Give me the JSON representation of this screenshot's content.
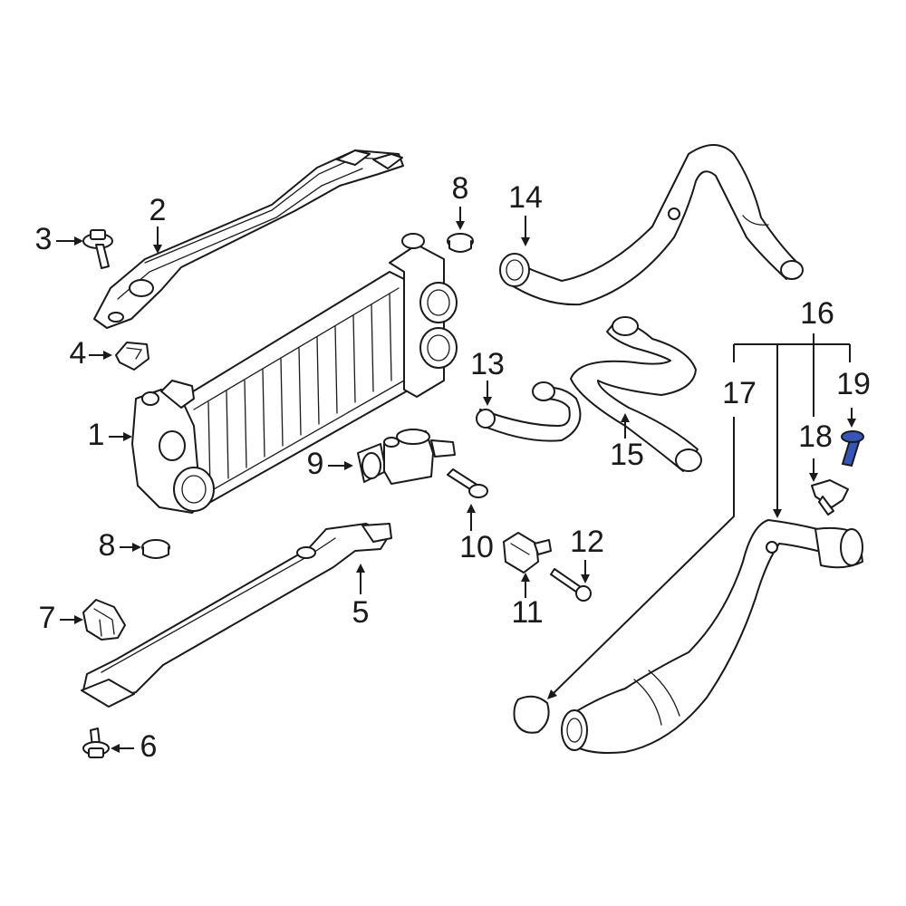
{
  "callouts": {
    "c1": "1",
    "c2": "2",
    "c3": "3",
    "c4": "4",
    "c5": "5",
    "c6": "6",
    "c7": "7",
    "c8a": "8",
    "c8b": "8",
    "c9": "9",
    "c10": "10",
    "c11": "11",
    "c12": "12",
    "c13": "13",
    "c14": "14",
    "c15": "15",
    "c16": "16",
    "c17": "17",
    "c18": "18",
    "c19": "19"
  },
  "colors": {
    "line": "#1a1a1a",
    "background": "#ffffff",
    "highlight_part": "#3556b8"
  },
  "highlighted_part": "19"
}
